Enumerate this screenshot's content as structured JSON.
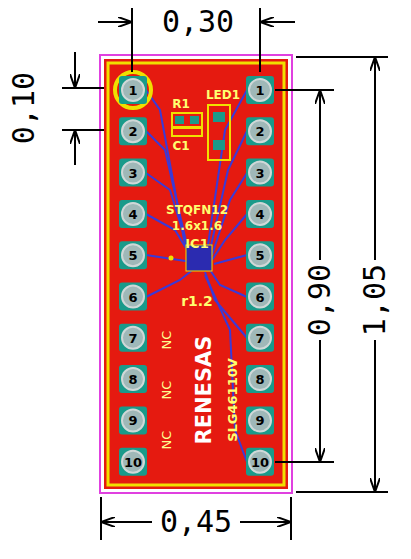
{
  "diagram": {
    "labels": [
      "0,30",
      "0,10",
      "0,90",
      "1,05",
      "0,45",
      "R1",
      "LED1",
      "C1",
      "STQFN12",
      "1.6x1.6",
      "IC1",
      "r1.2",
      "1",
      "2",
      "3",
      "4",
      "5",
      "6",
      "7",
      "8",
      "9",
      "10",
      "1",
      "2",
      "3",
      "4",
      "5",
      "6",
      "7",
      "8",
      "9",
      "10",
      "NC",
      "NC",
      "NC",
      "RENESAS",
      "SLG46110V"
    ]
  }
}
